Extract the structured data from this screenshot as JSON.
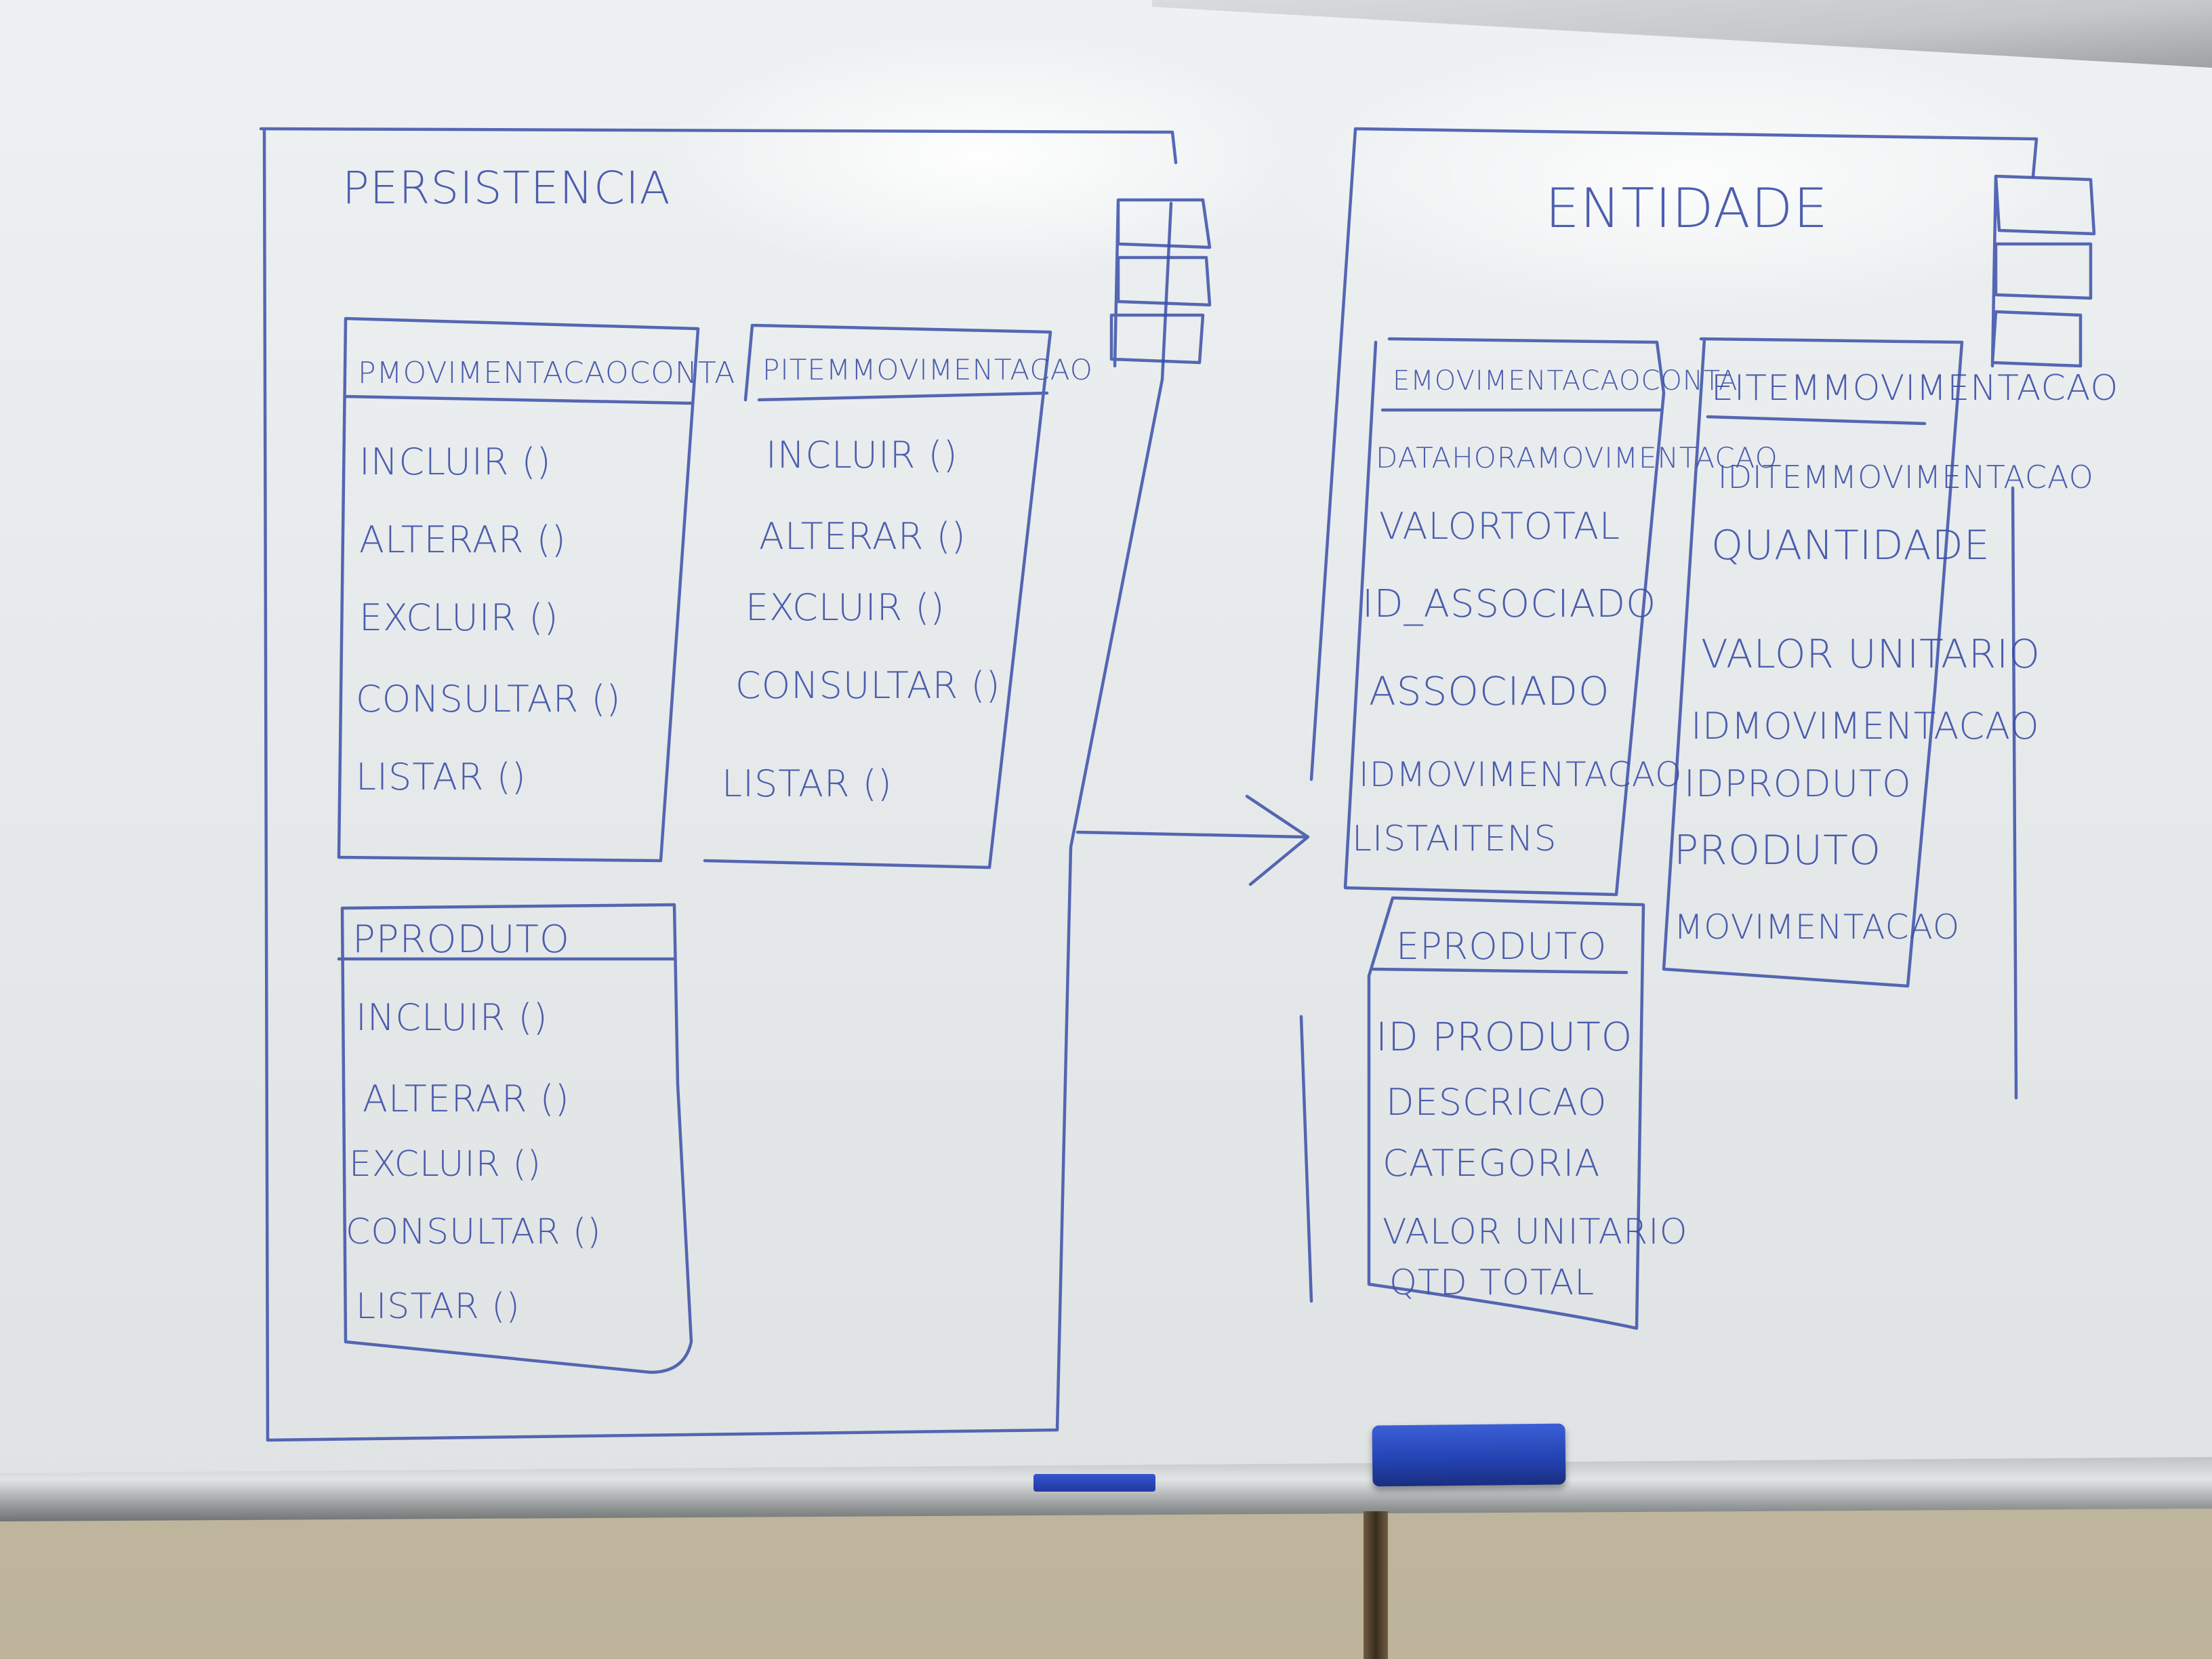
{
  "colors": {
    "ink": "#3b4ea6",
    "board": "#e6eaeb",
    "eraser": "#2a48c0"
  },
  "persistencia": {
    "title": "PERSISTENCIA",
    "classes": [
      {
        "name": "PMOVIMENTACAOCONTA",
        "methods": [
          "INCLUIR ()",
          "ALTERAR ()",
          "EXCLUIR ()",
          "CONSULTAR ()",
          "LISTAR ()"
        ]
      },
      {
        "name": "PITEMMOVIMENTACAO",
        "methods": [
          "INCLUIR ()",
          "ALTERAR ()",
          "EXCLUIR ()",
          "CONSULTAR ()",
          "LISTAR ()"
        ]
      },
      {
        "name": "PPRODUTO",
        "methods": [
          "INCLUIR ()",
          "ALTERAR ()",
          "EXCLUIR ()",
          "CONSULTAR ()",
          "LISTAR ()"
        ]
      }
    ]
  },
  "entidade": {
    "title": "ENTIDADE",
    "classes": [
      {
        "name": "EMOVIMENTACAOCONTA",
        "attributes": [
          "DATAHORAMOVIMENTACAO",
          "VALORTOTAL",
          "ID_ASSOCIADO",
          "ASSOCIADO",
          "IDMOVIMENTACAO",
          "LISTAITENS"
        ]
      },
      {
        "name": "EITEMMOVIMENTACAO",
        "attributes": [
          "IDITEMMOVIMENTACAO",
          "QUANTIDADE",
          "VALOR UNITARIO",
          "IDMOVIMENTACAO",
          "IDPRODUTO",
          "PRODUTO",
          "MOVIMENTACAO"
        ]
      },
      {
        "name": "EPRODUTO",
        "attributes": [
          "ID PRODUTO",
          "DESCRICAO",
          "CATEGORIA",
          "VALOR UNITARIO",
          "QTD TOTAL"
        ]
      }
    ]
  }
}
